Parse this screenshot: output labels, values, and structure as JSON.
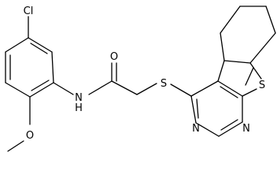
{
  "atoms": {
    "cl": "Cl",
    "nh": "N",
    "h": "H",
    "o_carbonyl": "O",
    "s_thioether": "S",
    "s_thiophene": "S",
    "n_top": "N",
    "n_bottom": "N",
    "o_methoxy": "O"
  }
}
